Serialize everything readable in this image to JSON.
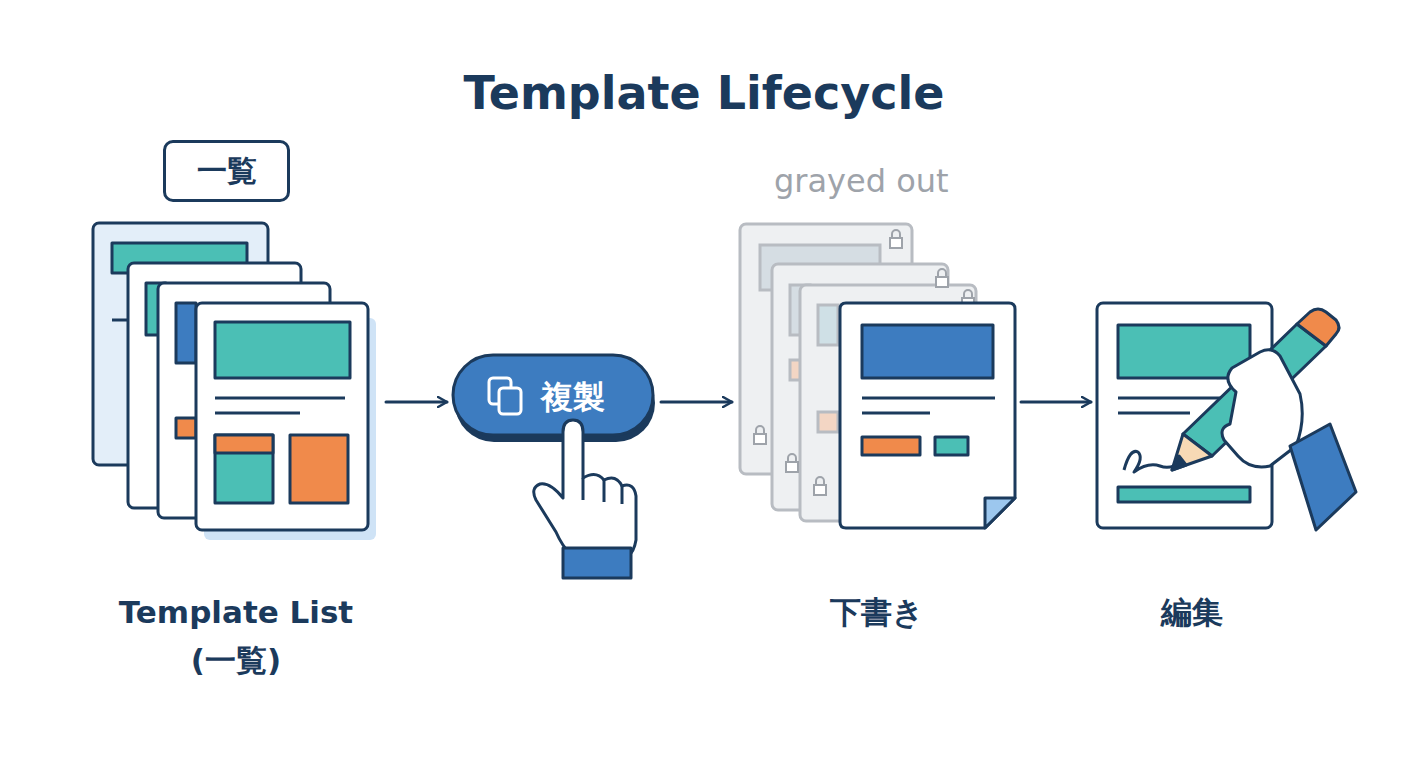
{
  "diagram": {
    "title": "Template Lifecycle",
    "nodes": [
      {
        "text": [
          "一覧"
        ]
      },
      {
        "text": [
          "Template List (一覧)"
        ]
      },
      {
        "text": [
          "複製"
        ]
      },
      {
        "text": [
          "下書き"
        ]
      },
      {
        "text": [
          "編集"
        ]
      }
    ],
    "edges": [
      {
        "from": 1,
        "to": 2,
        "arrow": "to"
      },
      {
        "from": 2,
        "to": 3,
        "arrow": "to"
      },
      {
        "from": 3,
        "to": 4,
        "arrow": "to"
      }
    ],
    "labels": [
      "grayed out"
    ]
  }
}
